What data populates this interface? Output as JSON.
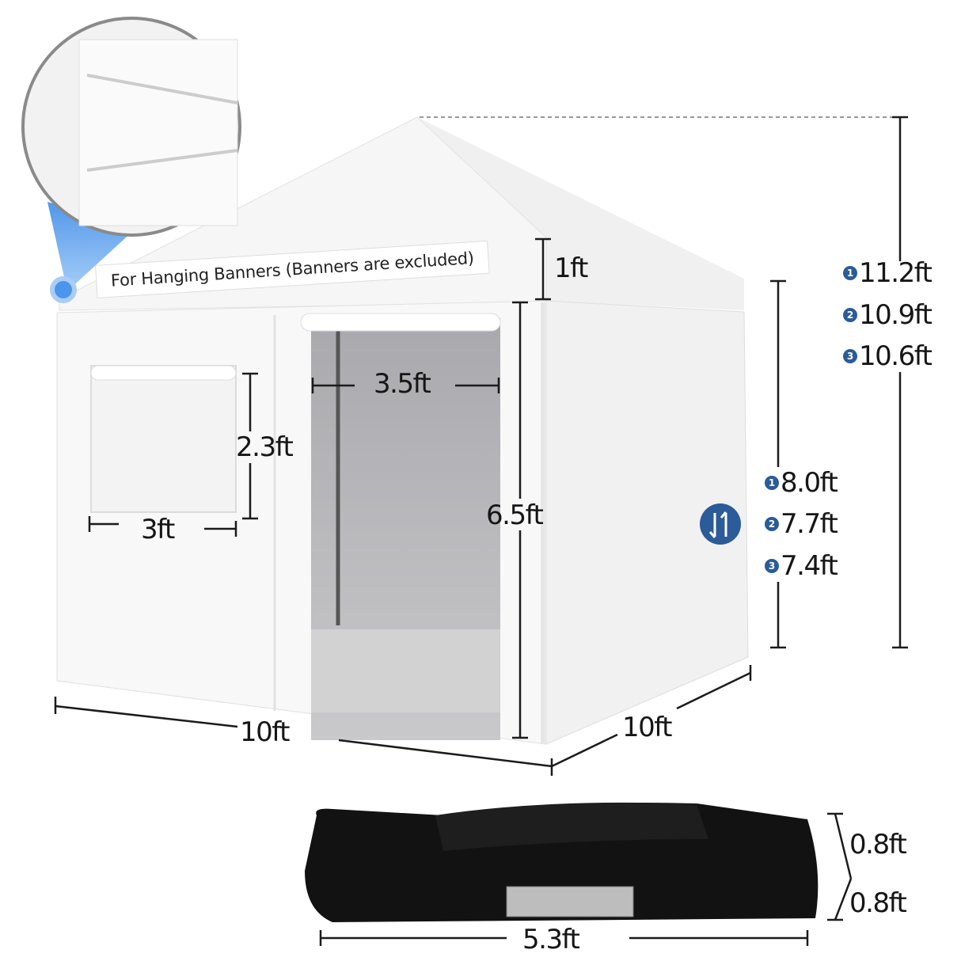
{
  "colors": {
    "badge": "#2b5b98",
    "text": "#161616",
    "inset_border": "#8a8a8a",
    "bag": "#111111"
  },
  "banner": {
    "text": "For Hanging Banners (Banners are excluded)"
  },
  "dimensions": {
    "banner_height": "1ft",
    "door_width": "3.5ft",
    "window_height": "2.3ft",
    "window_width": "3ft",
    "door_height": "6.5ft",
    "front_width": "10ft",
    "side_depth": "10ft",
    "bag_height_top": "0.8ft",
    "bag_height_bottom": "0.8ft",
    "bag_length": "5.3ft"
  },
  "peak_heights": [
    {
      "n": "1",
      "value": "11.2ft"
    },
    {
      "n": "2",
      "value": "10.9ft"
    },
    {
      "n": "3",
      "value": "10.6ft"
    }
  ],
  "eave_heights": [
    {
      "n": "1",
      "value": "8.0ft"
    },
    {
      "n": "2",
      "value": "7.7ft"
    },
    {
      "n": "3",
      "value": "7.4ft"
    }
  ],
  "icons": {
    "height_adjust": "height-adjust-icon",
    "inset": "zoom-inset-magnifier"
  }
}
